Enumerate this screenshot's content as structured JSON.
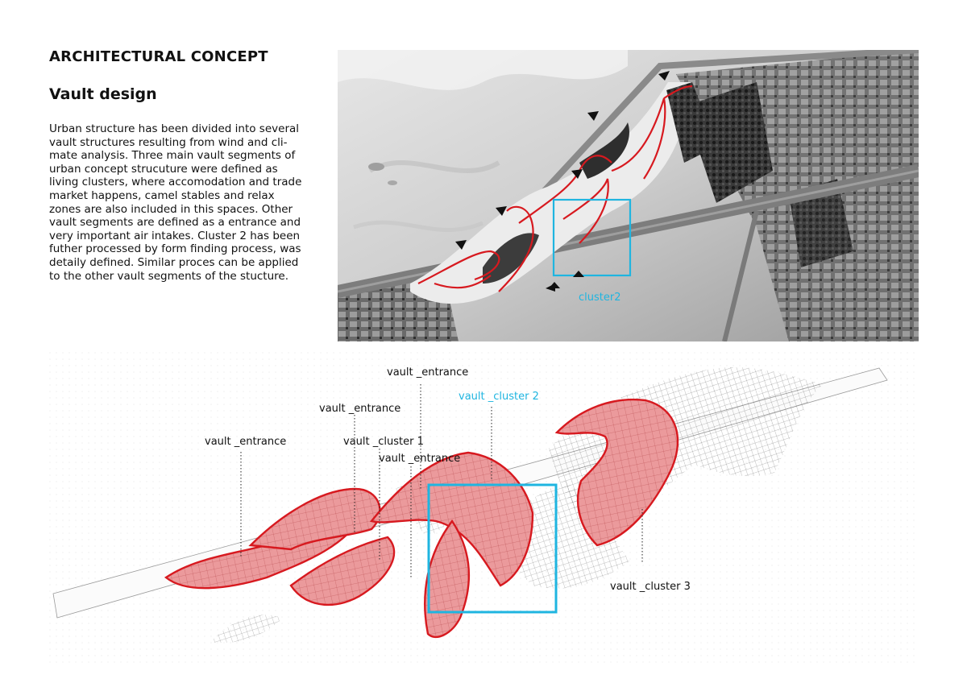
{
  "header": {
    "title": "ARCHITECTURAL CONCEPT",
    "subtitle": "Vault design"
  },
  "description": {
    "lines": [
      "Urban structure has been divided into several",
      "vault structures resulting from wind and cli-",
      "mate analysis. Three main vault segments of",
      "urban concept strucuture were defined as",
      "living clusters, where  accomodation and trade",
      "market happens, camel stables and relax",
      "zones are also included in this spaces. Other",
      "vault segments are defined as a entrance and",
      "very important air intakes. Cluster 2 has been",
      "futher processed by form finding process, was",
      "detaily defined. Similar proces can be applied",
      "to the other vault segments of the stucture."
    ]
  },
  "map": {
    "highlight_label": "cluster2"
  },
  "diagram": {
    "labels": {
      "entrance_top": "vault _entrance",
      "cluster2": "vault _cluster 2",
      "entrance_mid": "vault _entrance",
      "entrance_left": "vault _entrance",
      "cluster1": "vault _cluster 1",
      "entrance_low": "vault _entrance",
      "cluster3": "vault _cluster 3"
    }
  },
  "colors": {
    "accent": "#1fb5e0",
    "vault_fill": "#e8898c",
    "vault_edge": "#d7191f"
  }
}
